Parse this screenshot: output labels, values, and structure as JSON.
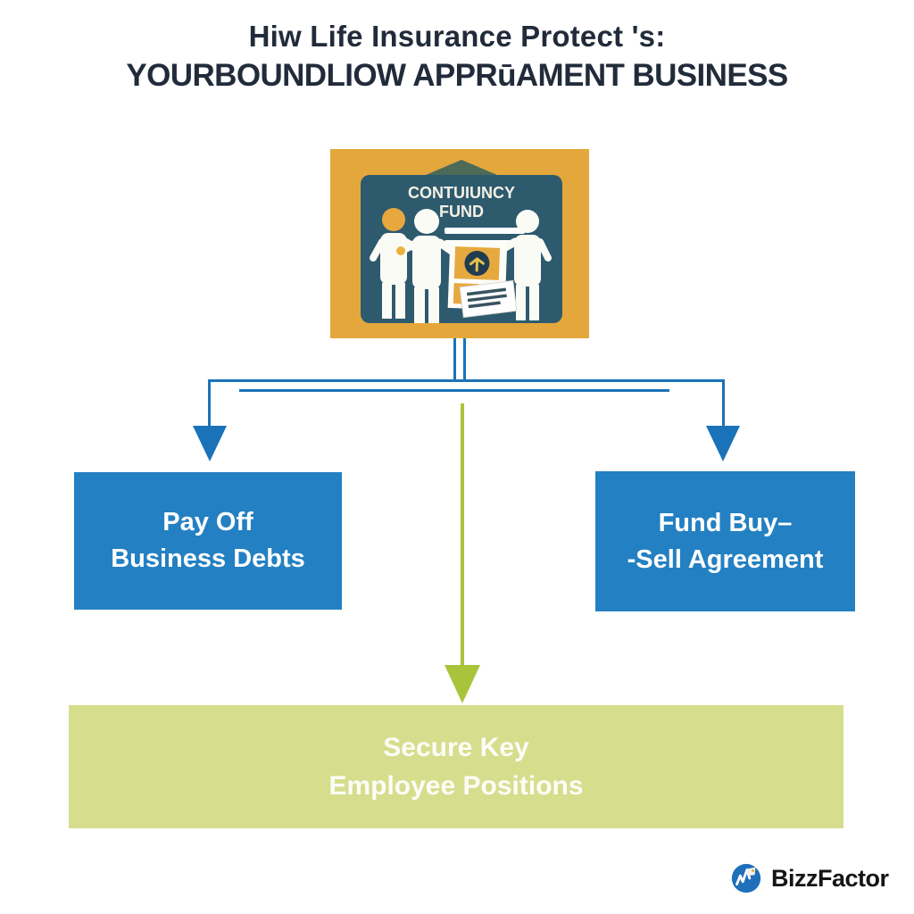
{
  "title": {
    "line1": "Hiw Life Insurance Protect 's:",
    "line2": "YOURBOUNDLIOW APPRūAMENT BUSINESS",
    "color": "#212b3a"
  },
  "hero": {
    "caption_line1": "CONTUIUNCY",
    "caption_line2": "FUND",
    "frame_color": "#e4a73b",
    "panel_color": "#2e5a6e"
  },
  "connectors": {
    "blue": "#1a73b9",
    "green": "#a9c43a"
  },
  "boxes": {
    "left": {
      "line1": "Pay Off",
      "line2": "Business Debts",
      "bg": "#2380c2",
      "text_color": "#ffffff"
    },
    "right": {
      "line1": "Fund Buy–",
      "line2": "-Sell Agreement",
      "bg": "#2380c2",
      "text_color": "#ffffff"
    },
    "bottom": {
      "line1": "Secure Key",
      "line2": "Employee Positions",
      "bg": "#d6de8e",
      "text_color": "#ffffff"
    }
  },
  "footer": {
    "brand": "BizzFactor",
    "logo_color": "#1f6fba",
    "text_color": "#151515"
  }
}
